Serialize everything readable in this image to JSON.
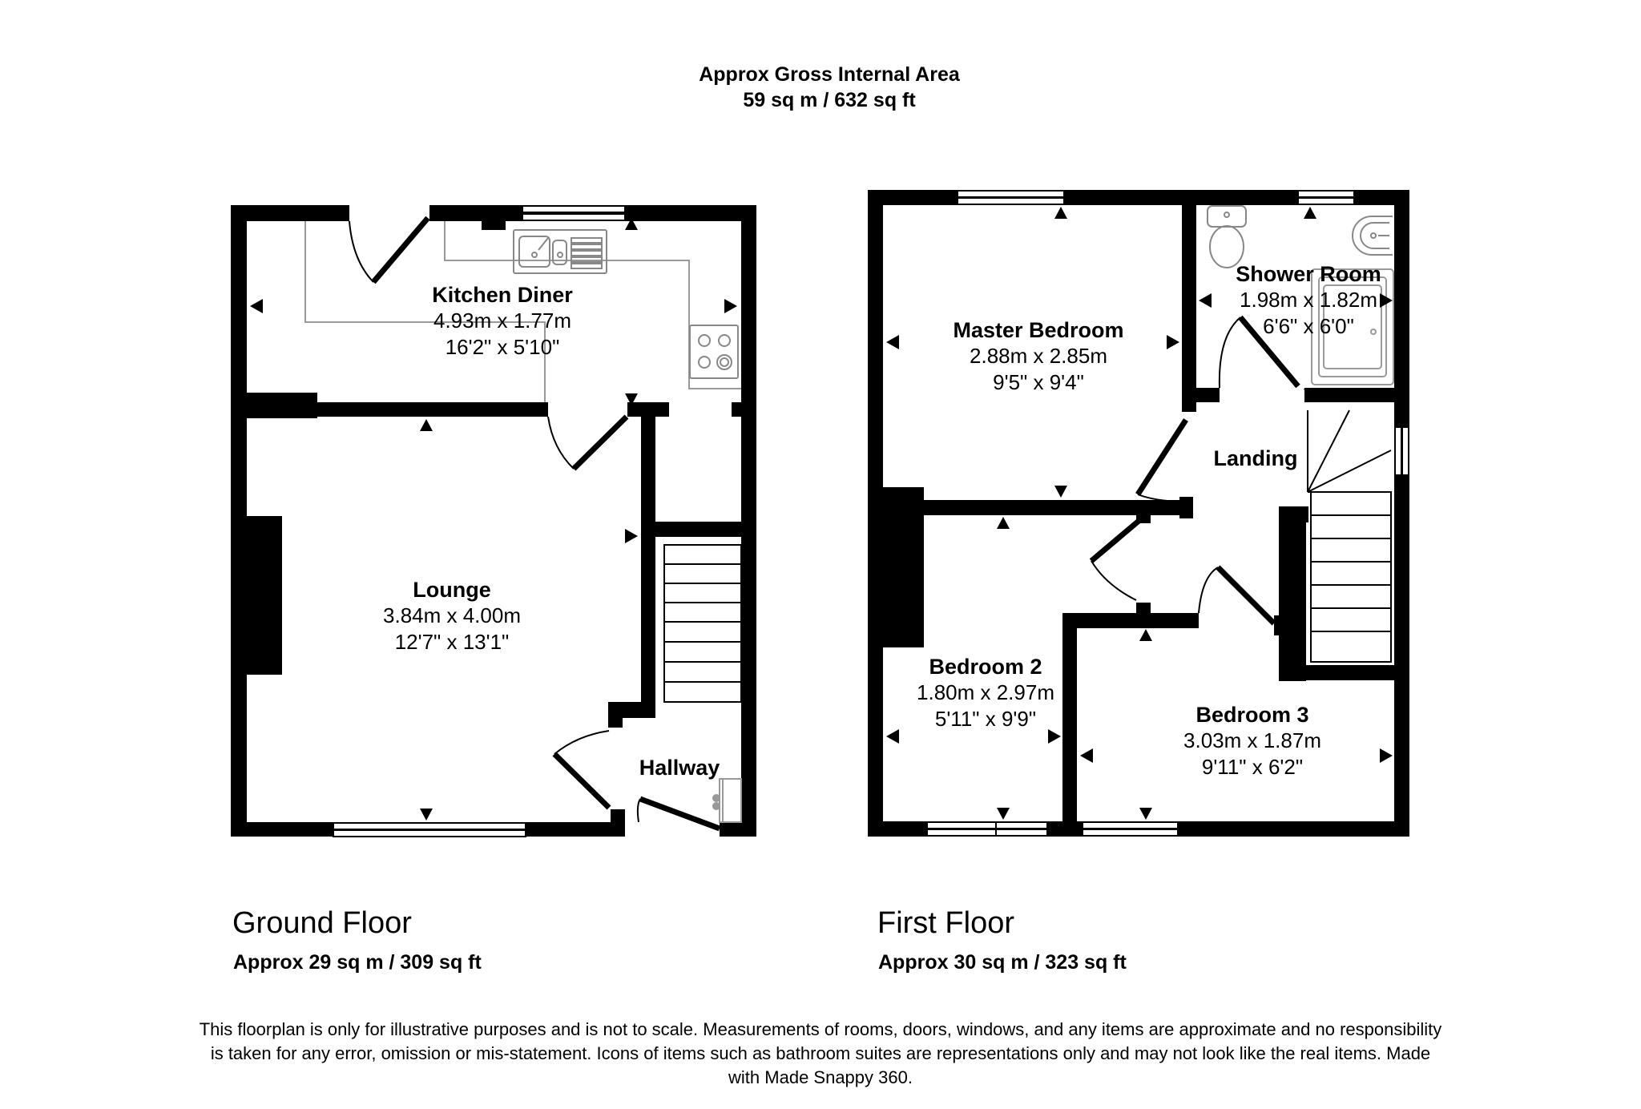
{
  "header": {
    "title": "Approx Gross Internal Area",
    "area": "59 sq m / 632 sq ft"
  },
  "floors": [
    {
      "title": "Ground Floor",
      "area": "Approx 29 sq m / 309 sq ft",
      "rooms": [
        {
          "name": "Kitchen Diner",
          "metric": "4.93m x 1.77m",
          "imperial": "16'2\" x 5'10\""
        },
        {
          "name": "Lounge",
          "metric": "3.84m x 4.00m",
          "imperial": "12'7\" x 13'1\""
        },
        {
          "name": "Hallway"
        }
      ]
    },
    {
      "title": "First Floor",
      "area": "Approx 30 sq m / 323 sq ft",
      "rooms": [
        {
          "name": "Master Bedroom",
          "metric": "2.88m x 2.85m",
          "imperial": "9'5\" x 9'4\""
        },
        {
          "name": "Shower Room",
          "metric": "1.98m x 1.82m",
          "imperial": "6'6\" x 6'0\""
        },
        {
          "name": "Landing"
        },
        {
          "name": "Bedroom 2",
          "metric": "1.80m x 2.97m",
          "imperial": "5'11\" x 9'9\""
        },
        {
          "name": "Bedroom 3",
          "metric": "3.03m x 1.87m",
          "imperial": "9'11\" x 6'2\""
        }
      ]
    }
  ],
  "disclaimer": "This floorplan is only for illustrative purposes and is not to scale. Measurements of rooms, doors, windows, and any items are approximate and no responsibility is taken for any error, omission or mis-statement. Icons of items such as bathroom suites are representations only and may not look like the real items. Made with Made Snappy 360.",
  "colors": {
    "wall": "#000000",
    "background": "#ffffff",
    "fixture_line": "#999999"
  },
  "icons": [
    "door-swing-icon",
    "window-icon",
    "stairs-icon",
    "sink-icon",
    "hob-icon",
    "toilet-icon",
    "basin-icon",
    "shower-tray-icon",
    "radiator-icon",
    "dimension-arrow-icon"
  ]
}
